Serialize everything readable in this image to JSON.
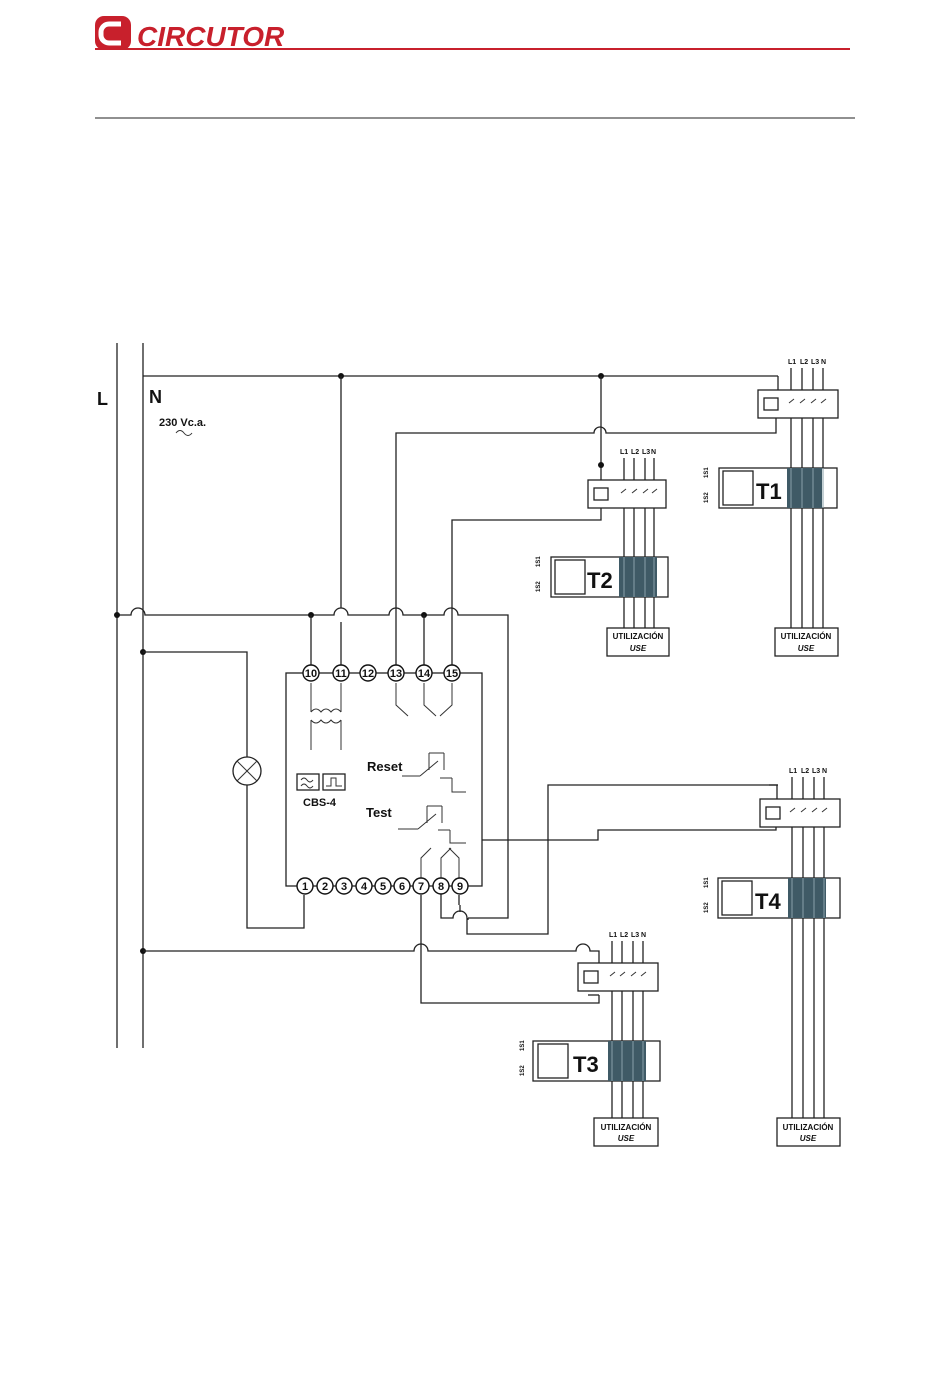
{
  "header": {
    "brand": "CIRCUTOR",
    "brand_color": "#c8202c",
    "rule_color": "#c8202c"
  },
  "diagram": {
    "phase_label": "L",
    "neutral_label": "N",
    "supply_label": "230 Vc.a.",
    "device_label": "CBS-4",
    "reset_label": "Reset",
    "test_label": "Test",
    "terminals_top": [
      "10",
      "11",
      "12",
      "13",
      "14",
      "15"
    ],
    "terminals_bottom": [
      "1",
      "2",
      "3",
      "4",
      "5",
      "6",
      "7",
      "8",
      "9"
    ],
    "breaker_poles": [
      "L1",
      "L2",
      "L3",
      "N"
    ],
    "transformer_names": [
      "T1",
      "T2",
      "T3",
      "T4"
    ],
    "transformer_terminals": [
      "1S1",
      "1S2"
    ],
    "use_label_es": "UTILIZACIÓN",
    "use_label_en": "USE"
  }
}
